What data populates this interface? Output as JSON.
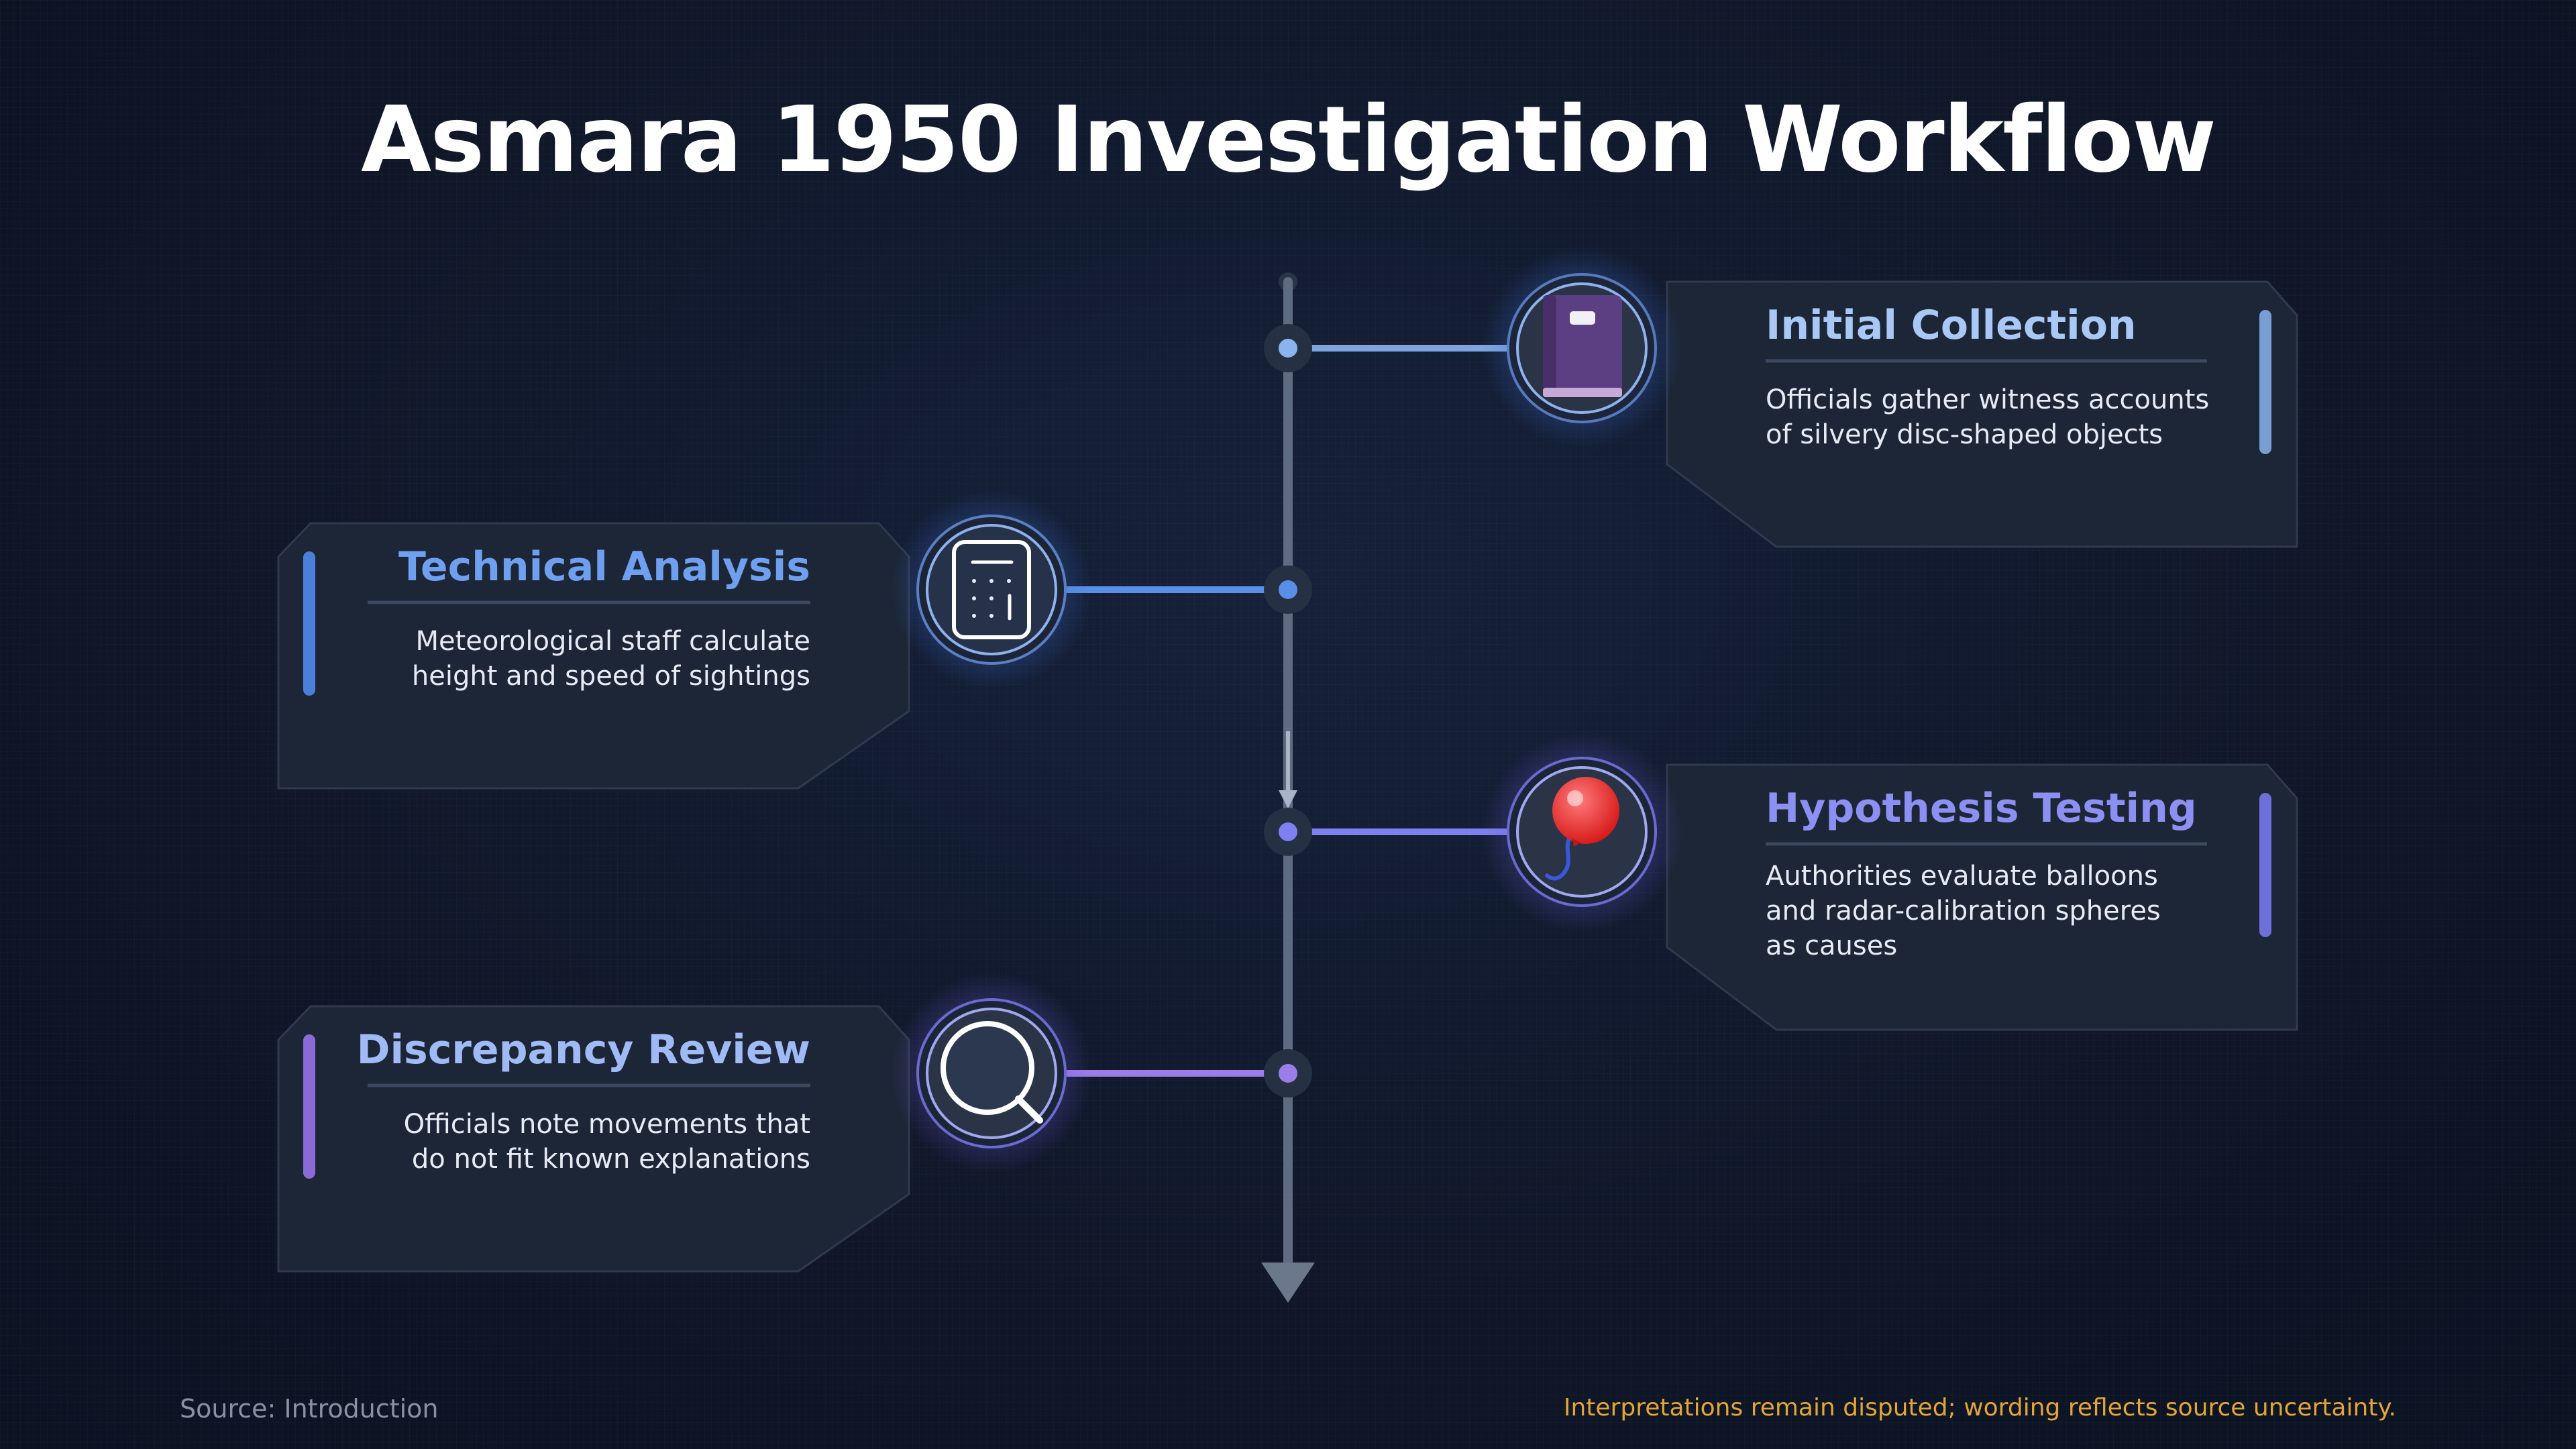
{
  "title": "Asmara 1950 Investigation Workflow",
  "steps": [
    {
      "title": "Initial Collection",
      "description": "Officials gather witness accounts\nof silvery disc-shaped objects",
      "icon": "book-icon",
      "accent": "#8ab4f0"
    },
    {
      "title": "Technical Analysis",
      "description": "Meteorological staff calculate\nheight and speed of sightings",
      "icon": "calculator-icon",
      "accent": "#5a8fe8"
    },
    {
      "title": "Hypothesis Testing",
      "description": "Authorities evaluate balloons\nand radar-calibration spheres\nas causes",
      "icon": "balloon-icon",
      "accent": "#7e7ff0"
    },
    {
      "title": "Discrepancy Review",
      "description": "Officials note movements that\ndo not fit known explanations",
      "icon": "magnifier-icon",
      "accent": "#9a7de8"
    }
  ],
  "footer": {
    "source": "Source: Introduction",
    "note": "Interpretations remain disputed; wording reflects source uncertainty."
  }
}
